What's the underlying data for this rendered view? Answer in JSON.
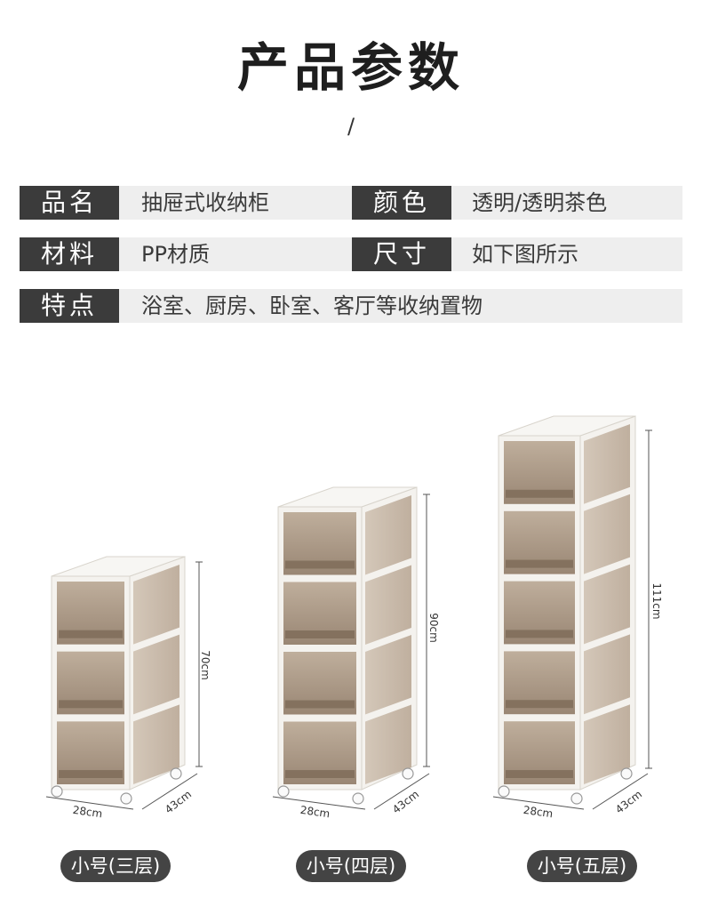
{
  "page": {
    "title": "产品参数",
    "subtitle": "/"
  },
  "specs": [
    {
      "label": "品名",
      "value": "抽屉式收纳柜"
    },
    {
      "label": "颜色",
      "value": "透明/透明茶色"
    },
    {
      "label": "材料",
      "value": "PP材质"
    },
    {
      "label": "尺寸",
      "value": "如下图所示"
    },
    {
      "label": "特点",
      "value": "浴室、厨房、卧室、客厅等收纳置物"
    }
  ],
  "products": [
    {
      "layers": 3,
      "height": "70cm",
      "width": "28cm",
      "depth": "43cm",
      "name": "小号(三层)"
    },
    {
      "layers": 4,
      "height": "90cm",
      "width": "28cm",
      "depth": "43cm",
      "name": "小号(四层)"
    },
    {
      "layers": 5,
      "height": "111cm",
      "width": "28cm",
      "depth": "43cm",
      "name": "小号(五层)"
    }
  ],
  "colors": {
    "label_bg": "#3b3b3b",
    "row_bg": "#eeeeee",
    "frame": "#f4f2ee",
    "drawer": "#a8937d",
    "pill": "#444444"
  }
}
